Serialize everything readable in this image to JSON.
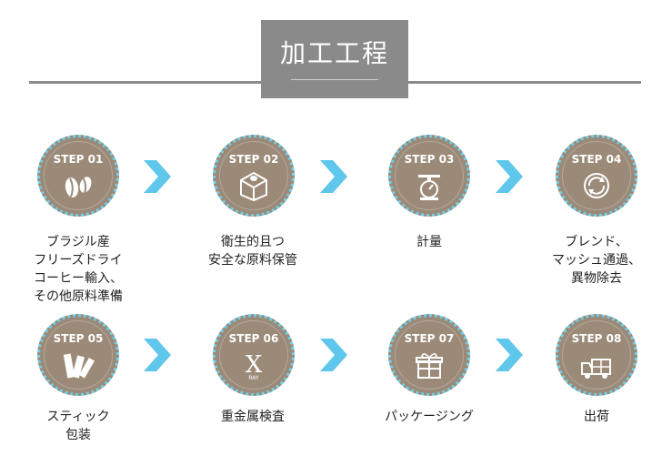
{
  "header": {
    "title": "加工工程"
  },
  "colors": {
    "badge": "#9b8a78",
    "dots": "#6fd0ec",
    "arrow": "#5fc6ec",
    "title_bg": "#8a8a8a"
  },
  "steps": [
    {
      "label": "STEP 01",
      "caption": "ブラジル産\nフリーズドライ\nコーヒー輸入、\nその他原料準備",
      "icon": "coffee-beans-icon"
    },
    {
      "label": "STEP 02",
      "caption": "衛生的且つ\n安全な原料保管",
      "icon": "storage-box-icon"
    },
    {
      "label": "STEP 03",
      "caption": "計量",
      "icon": "scale-icon"
    },
    {
      "label": "STEP 04",
      "caption": "ブレンド、\nマッシュ通過、\n異物除去",
      "icon": "blend-cycle-icon"
    },
    {
      "label": "STEP 05",
      "caption": "スティック\n包装",
      "icon": "stick-pack-icon"
    },
    {
      "label": "STEP 06",
      "caption": "重金属検査",
      "icon": "xray-icon"
    },
    {
      "label": "STEP 07",
      "caption": "パッケージング",
      "icon": "gift-box-icon"
    },
    {
      "label": "STEP 08",
      "caption": "出荷",
      "icon": "delivery-truck-icon"
    }
  ],
  "icon_text": {
    "xray_letter": "X",
    "xray_sub": "RAY"
  }
}
